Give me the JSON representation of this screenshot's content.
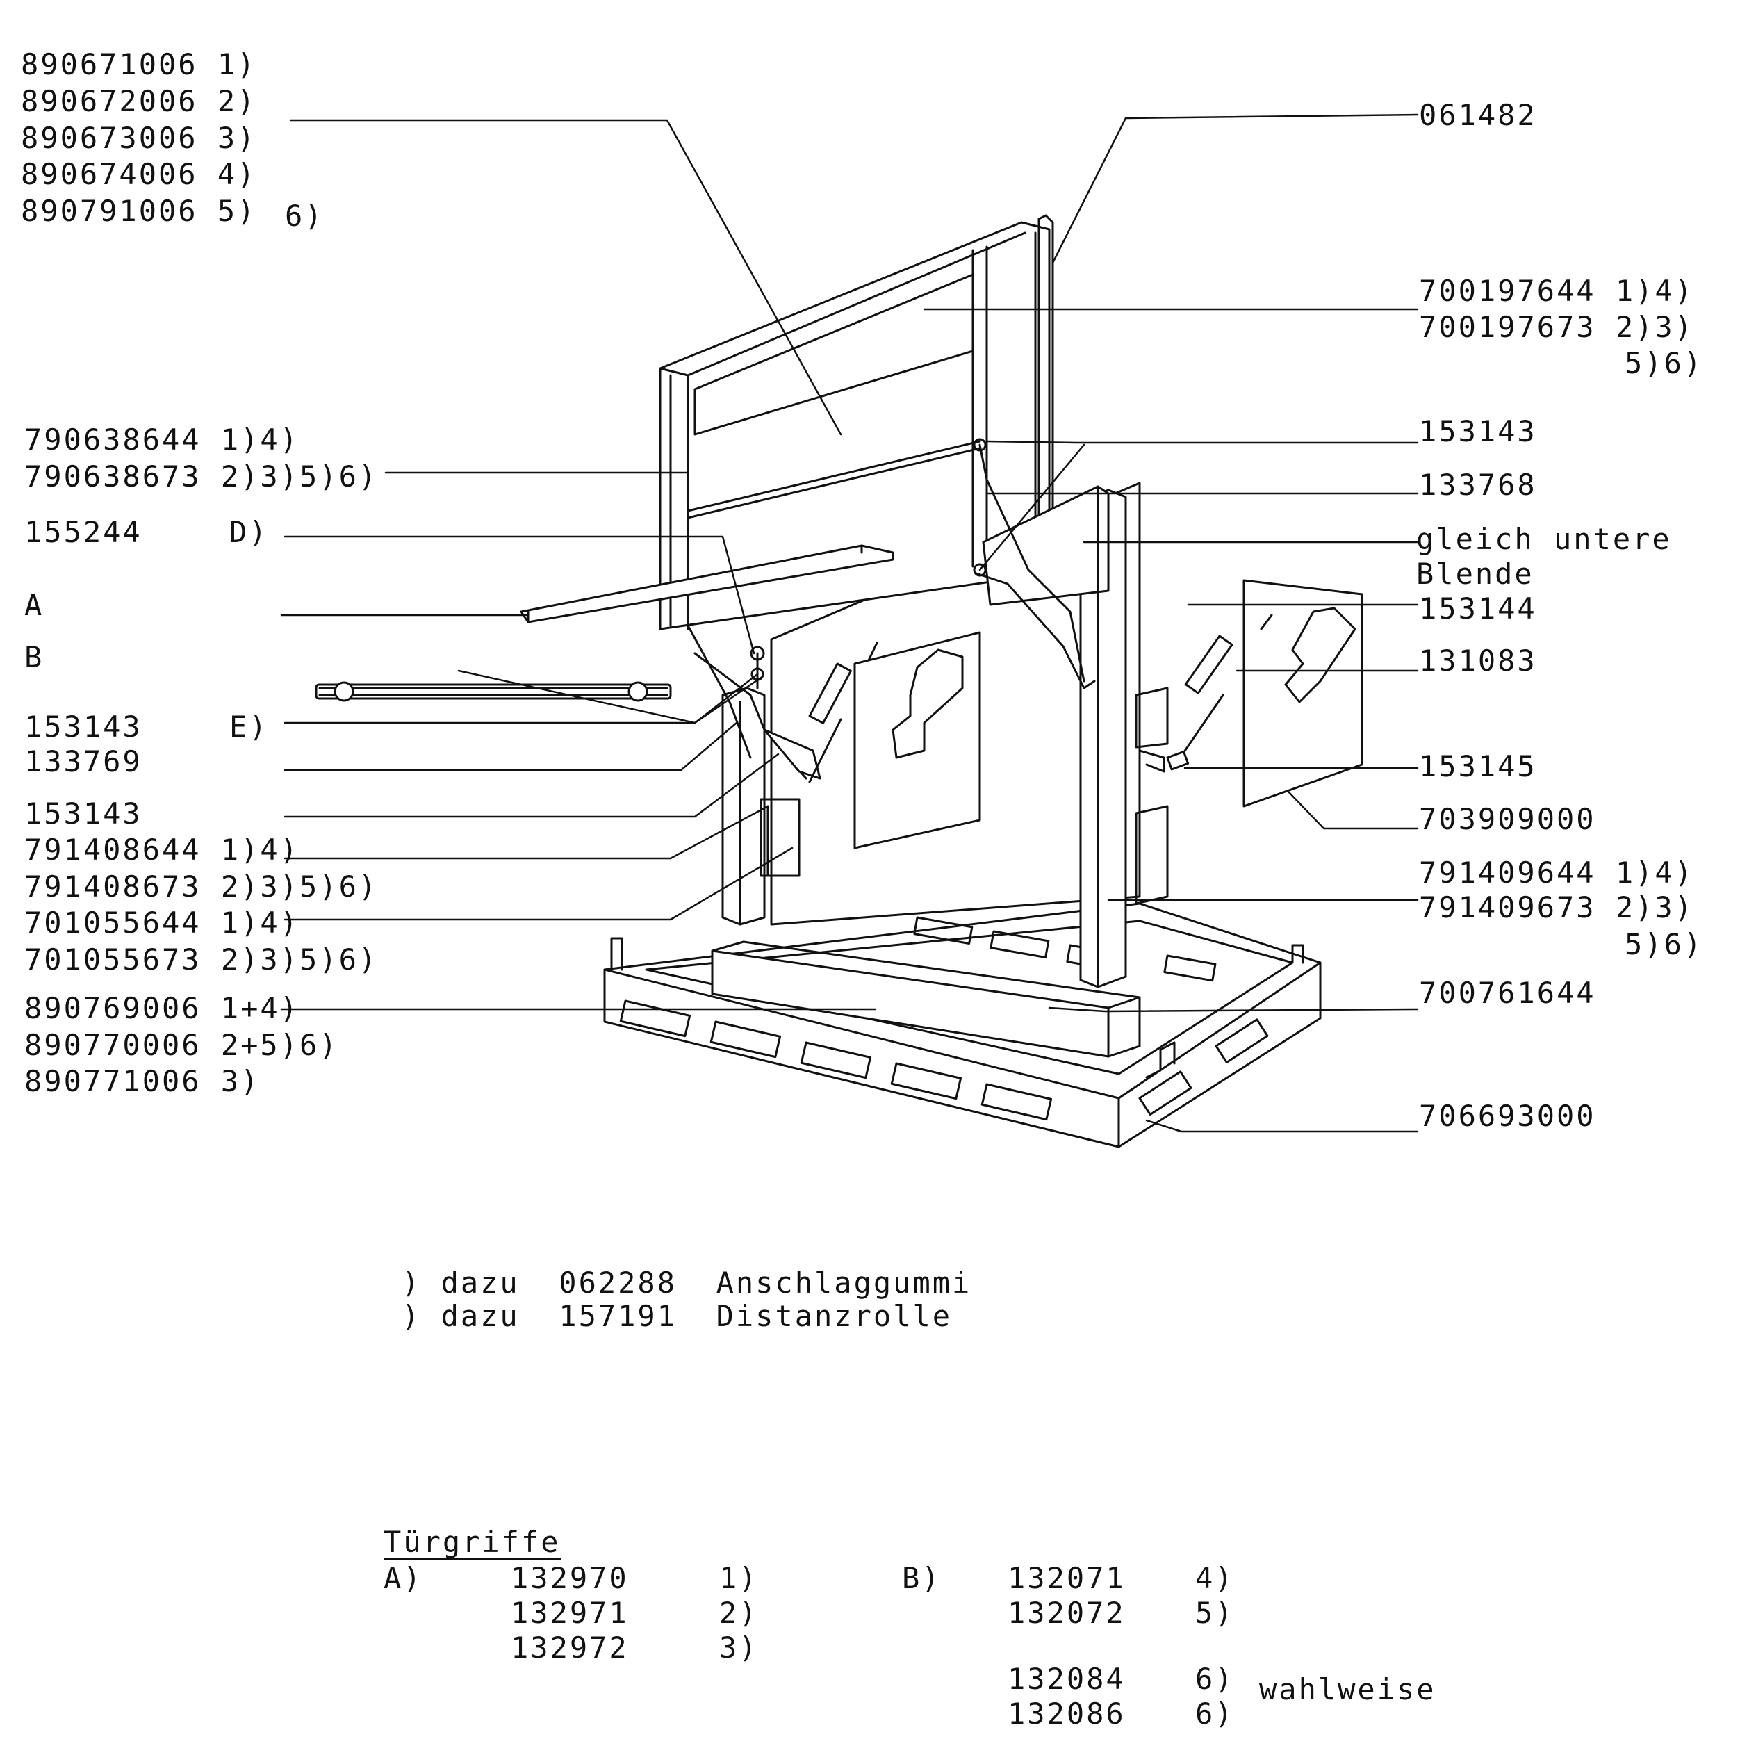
{
  "colors": {
    "ink": "#111111",
    "paper": "#ffffff",
    "shade": "#bfbfbf"
  },
  "labels_left": {
    "l1": "890671006 1)",
    "l2": "890672006 2)",
    "l3": "890673006 3)",
    "l4": "890674006 4)",
    "l5": "890791006 5)",
    "l5b": "6)",
    "l6": "790638644 1)4)",
    "l7": "790638673 2)3)5)6)",
    "l8": "155244",
    "l8b": "D)",
    "l9": "A",
    "l10": "B",
    "l11": "153143",
    "l11b": "E)",
    "l12": "133769",
    "l13": "153143",
    "l14": "791408644 1)4)",
    "l15": "791408673 2)3)5)6)",
    "l16": "701055644 1)4)",
    "l17": "701055673 2)3)5)6)",
    "l18": "890769006 1+4)",
    "l19": "890770006 2+5)6)",
    "l20": "890771006 3)"
  },
  "labels_right": {
    "r1": "061482",
    "r2": "700197644 1)4)",
    "r3": "700197673 2)3)",
    "r3b": "5)6)",
    "r4": "153143",
    "r5": "133768",
    "r6": "gleich untere",
    "r6b": "Blende",
    "r7": "153144",
    "r8": "131083",
    "r9": "153145",
    "r10": "703909000",
    "r11": "791409644 1)4)",
    "r12": "791409673 2)3)",
    "r12b": "5)6)",
    "r13": "700761644",
    "r14": "706693000"
  },
  "notes": {
    "n1": ") dazu  062288  Anschlaggummi",
    "n2": ") dazu  157191  Distanzrolle"
  },
  "handles": {
    "title": "Türgriffe",
    "group_a": "A)",
    "group_b": "B)",
    "a_parts": [
      "132970",
      "132971",
      "132972"
    ],
    "a_refs": [
      "1)",
      "2)",
      "3)"
    ],
    "b_parts": [
      "132071",
      "132072",
      "132084",
      "132086"
    ],
    "b_refs": [
      "4)",
      "5)",
      "6)",
      "6)"
    ],
    "optional": "wahlweise"
  }
}
